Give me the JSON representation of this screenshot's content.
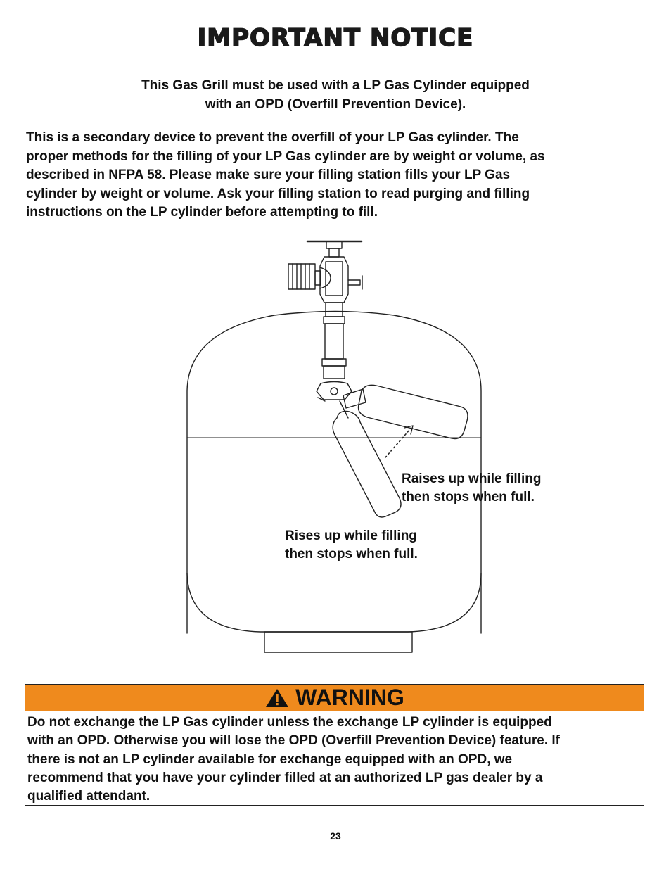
{
  "title": "IMPORTANT NOTICE",
  "subtitle": {
    "lines": [
      "This Gas Grill must be used with a LP Gas Cylinder equipped",
      "with an OPD (Overfill Prevention Device)."
    ]
  },
  "body": {
    "lines": [
      "This is a secondary device to prevent the overfill of your LP Gas cylinder. The",
      "proper methods for the filling of your LP Gas cylinder are by weight or volume, as",
      "described in NFPA 58. Please make sure your filling station fills your LP Gas",
      "cylinder by weight or volume. Ask your filling station to read purging and filling",
      "instructions on the LP cylinder before attempting to fill."
    ]
  },
  "diagram": {
    "callout_float": {
      "lines": [
        "Raises up while filling",
        "then stops when full."
      ]
    },
    "callout_arm": {
      "lines": [
        "Rises up while filling",
        "then stops when full."
      ]
    }
  },
  "warning": {
    "label": "WARNING",
    "icon": "warning-triangle-icon",
    "header_color": "#ef8a1d",
    "lines": [
      "Do not exchange the LP Gas cylinder unless the exchange LP cylinder is equipped",
      "with an OPD. Otherwise you will lose the OPD (Overfill Prevention Device) feature. If",
      "there is not an LP cylinder available for exchange equipped with an OPD, we",
      "recommend that you have your cylinder filled at an authorized LP gas dealer by a",
      "qualified attendant."
    ]
  },
  "page_number": "23"
}
